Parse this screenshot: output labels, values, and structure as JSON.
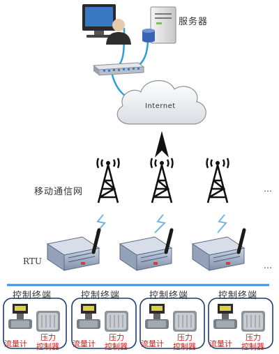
{
  "labels": {
    "server": "服务器",
    "internet": "Internet",
    "mobile_network": "移动通信网",
    "rtu": "RTU",
    "ellipsis_tower": "…",
    "ellipsis_rtu": "…"
  },
  "terminals": [
    {
      "title": "控制终端",
      "flowmeter": "流量计",
      "pressure_line1": "压力",
      "pressure_line2": "控制器"
    },
    {
      "title": "控制终端",
      "flowmeter": "流量计",
      "pressure_line1": "压力",
      "pressure_line2": "控制器"
    },
    {
      "title": "控制终端",
      "flowmeter": "流量计",
      "pressure_line1": "压力",
      "pressure_line2": "控制器"
    },
    {
      "title": "控制终端",
      "flowmeter": "流量计",
      "pressure_line1": "压力",
      "pressure_line2": "控制器"
    }
  ],
  "colors": {
    "cable": "#2aa0d8",
    "divider": "#3a8fe0",
    "terminal_border": "#1e3a6e",
    "red_text": "#d01818"
  },
  "icons": [
    "monitor-icon",
    "user-icon",
    "server-icon",
    "database-icon",
    "switch-icon",
    "cloud-icon",
    "arrow-icon",
    "tower-icon",
    "lightning-icon",
    "rtu-modem-icon",
    "flowmeter-icon",
    "pressure-controller-icon"
  ]
}
